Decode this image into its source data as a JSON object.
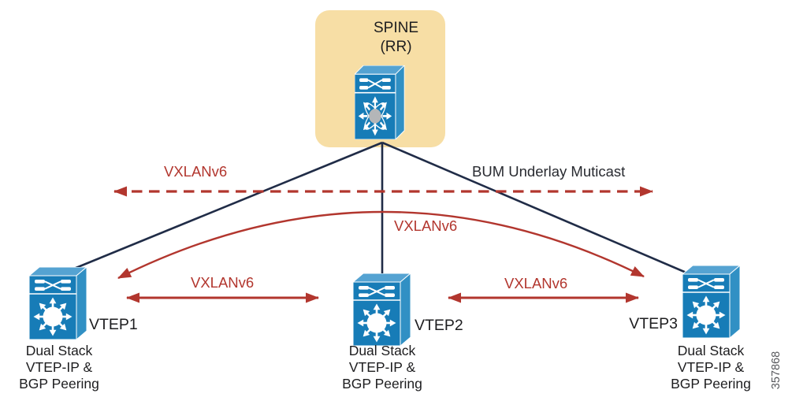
{
  "diagram": {
    "title_node": {
      "label_line1": "SPINE",
      "label_line2": "(RR)"
    },
    "vteps": [
      {
        "name": "VTEP1",
        "caption_lines": [
          "Dual Stack",
          "VTEP-IP &",
          "BGP Peering"
        ]
      },
      {
        "name": "VTEP2",
        "caption_lines": [
          "Dual Stack",
          "VTEP-IP &",
          "BGP Peering"
        ]
      },
      {
        "name": "VTEP3",
        "caption_lines": [
          "Dual Stack",
          "VTEP-IP &",
          "BGP Peering"
        ]
      }
    ],
    "links": {
      "dashed_left_label": "VXLANv6",
      "dashed_right_label": "BUM Underlay Muticast",
      "arc_label": "VXLANv6",
      "vtep1_vtep2_label": "VXLANv6",
      "vtep2_vtep3_label": "VXLANv6"
    },
    "figure_id": "357868",
    "colors": {
      "accent_red": "#B2362E",
      "line_navy": "#202C47",
      "node_blue_front": "#177CB7",
      "node_blue_top": "#55A3D2",
      "node_blue_side": "#3190C4",
      "spine_bg": "#F7DEA5"
    }
  }
}
